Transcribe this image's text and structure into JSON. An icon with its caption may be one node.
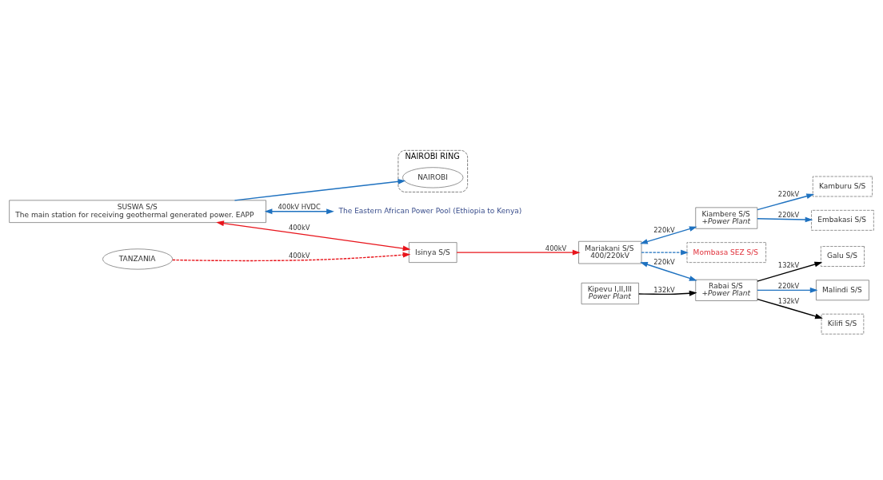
{
  "diagram": {
    "nodes": [
      {
        "text": [
          "The Eastern African Power Pool (Ethiopia to Kenya)"
        ]
      },
      {
        "text": [
          "NAIROBI RING"
        ]
      },
      {
        "text": [
          "NAIROBI"
        ],
        "in": 1
      },
      {
        "text": [
          "SUSWA S/S",
          "The main station for receiving geothermal generated power. EAPP"
        ]
      },
      {
        "text": [
          "Kamburu S/S"
        ]
      },
      {
        "text": [
          "Embakasi S/S"
        ]
      },
      {
        "text": [
          "Malindi S/S"
        ]
      },
      {
        "text": [
          "Kilifi S/S"
        ]
      },
      {
        "text": [
          "Kiambere S/S",
          "+Power Plant"
        ]
      },
      {
        "text": [
          "Isinya S/S"
        ]
      },
      {
        "text": [
          "Mariakani S/S",
          "400/220kV"
        ]
      },
      {
        "text": [
          "Rabai S/S",
          "+Power Plant"
        ]
      },
      {
        "text": [
          "TANZANIA"
        ]
      },
      {
        "text": [
          "Mombasa SEZ S/S"
        ]
      },
      {
        "text": [
          "Galu S/S"
        ]
      },
      {
        "text": [
          "Kipevu I,II,III",
          "Power Plant"
        ]
      }
    ],
    "edges": [
      {
        "from": 3,
        "to": 0,
        "arrow": "both",
        "label": "400kV HVDC"
      },
      {
        "from": 3,
        "to": 2,
        "arrow": "to"
      },
      {
        "from": 3,
        "to": 9,
        "arrow": "both",
        "label": "400kV",
        "color": "#e8141b"
      },
      {
        "from": 12,
        "to": 9,
        "arrow": "to",
        "label": "400kV",
        "style": "dashed",
        "color": "#e8141b"
      },
      {
        "from": 9,
        "to": 10,
        "arrow": "to",
        "label": "400kV",
        "color": "#e8141b"
      },
      {
        "from": 10,
        "to": 8,
        "arrow": "both",
        "label": "220kV"
      },
      {
        "from": 8,
        "to": 4,
        "arrow": "to",
        "label": "220kV"
      },
      {
        "from": 8,
        "to": 5,
        "arrow": "to",
        "label": "220kV"
      },
      {
        "from": 10,
        "to": 11,
        "arrow": "both",
        "label": "220kV"
      },
      {
        "from": 10,
        "to": 13,
        "arrow": "to",
        "style": "dashed"
      },
      {
        "from": 11,
        "to": 6,
        "arrow": "to",
        "label": "220kV"
      },
      {
        "from": 11,
        "to": 7,
        "arrow": "to",
        "label": "132kV",
        "color": "#000000"
      },
      {
        "from": 11,
        "to": 14,
        "arrow": "to",
        "label": "132kV",
        "color": "#000000"
      },
      {
        "from": 15,
        "to": 11,
        "arrow": "to",
        "label": "132kV",
        "color": "#000000"
      }
    ]
  }
}
